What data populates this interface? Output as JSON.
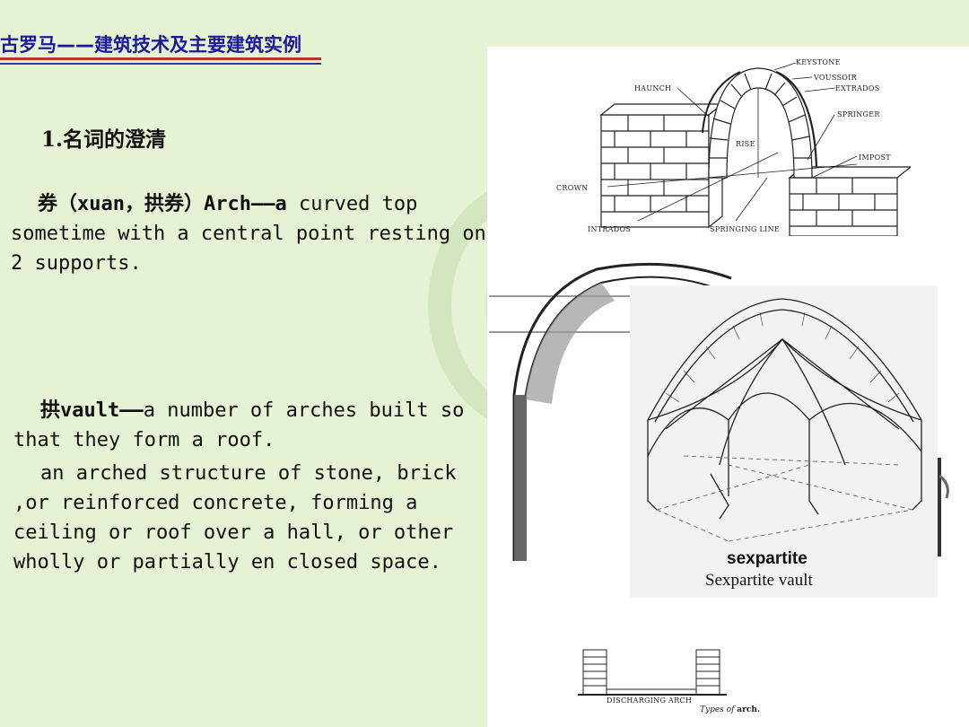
{
  "header": {
    "title": "古罗马——建筑技术及主要建筑实例"
  },
  "section": {
    "heading": "1.名词的澄清",
    "arch_term": "券（xuan，拱券）Arch——a",
    "arch_def": " curved top sometime with a central point resting on 2 supports.",
    "vault_term": "拱vault——",
    "vault_def": "a number of arches built so that they form a roof.",
    "vault_def2": "an arched structure of stone, brick ,or reinforced concrete, forming a ceiling or roof over a hall, or other wholly or partially en closed space."
  },
  "figure_arch": {
    "labels": {
      "keystone": "KEYSTONE",
      "voussoir": "VOUSSOIR",
      "extrados": "EXTRADOS",
      "haunch": "HAUNCH",
      "springer": "SPRINGER",
      "rise": "RISE",
      "impost": "IMPOST",
      "crown": "CROWN",
      "intrados": "INTRADOS",
      "springing_line": "SPRINGING LINE"
    }
  },
  "figure_vault": {
    "label_bold": "sexpartite",
    "caption": "Sexpartite vault"
  },
  "figure_bottom": {
    "label": "DISCHARGING ARCH",
    "caption_prefix": "Types of ",
    "caption_bold": "arch."
  }
}
